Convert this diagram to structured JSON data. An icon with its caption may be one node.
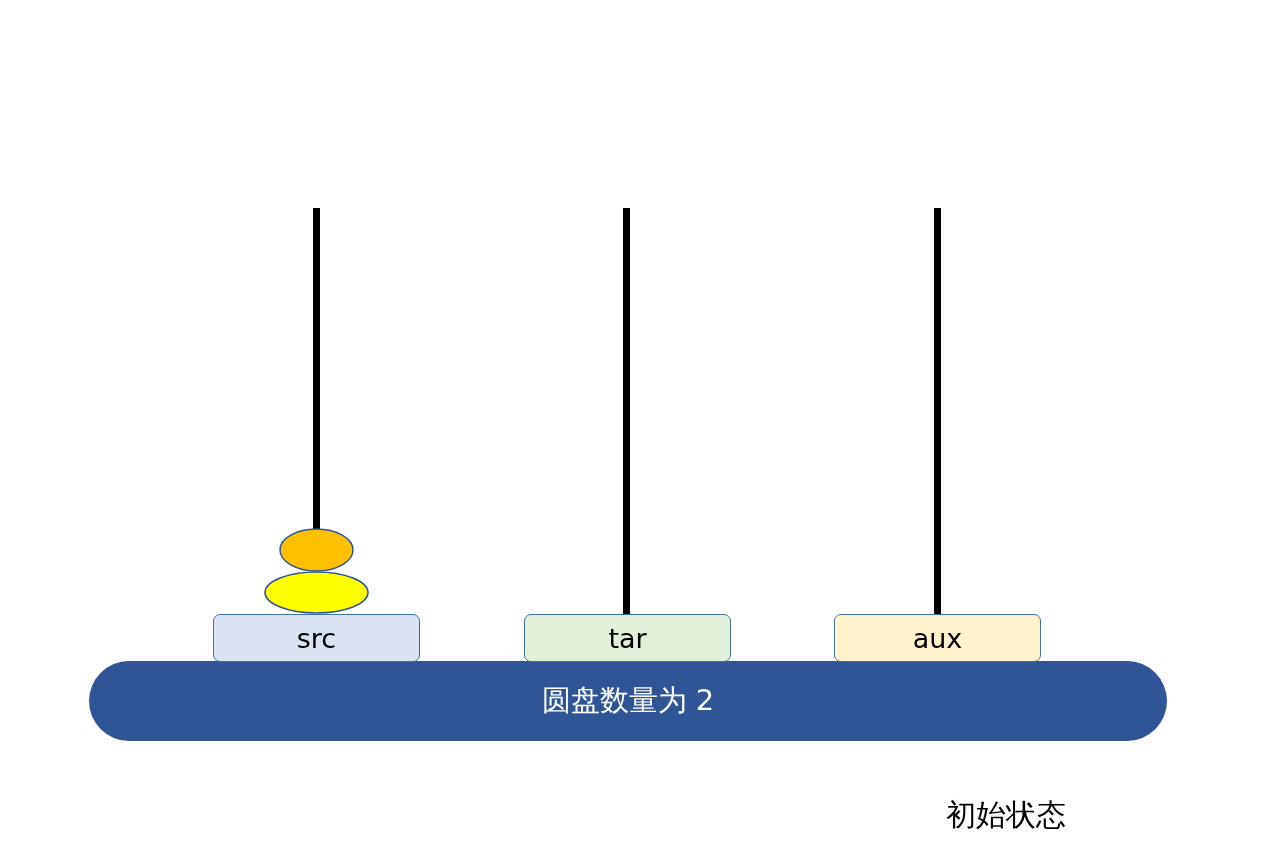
{
  "diagram": {
    "nodes": [
      {
        "text": [],
        "shape": "circle"
      },
      {
        "text": [],
        "shape": "circle"
      },
      {
        "text": [
          "src"
        ]
      },
      {
        "text": [
          "tar"
        ]
      },
      {
        "text": [
          "aux"
        ]
      },
      {
        "text": [
          "圆盘数量为 2"
        ]
      }
    ],
    "labels": [
      "初始状态"
    ]
  }
}
